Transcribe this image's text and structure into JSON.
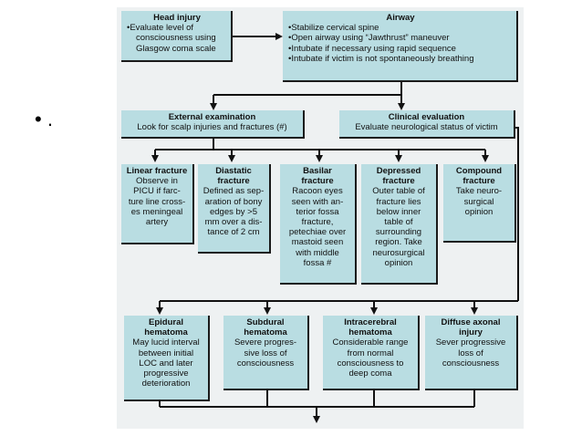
{
  "bullets": "• .",
  "head_injury": {
    "title": "Head injury",
    "lines": [
      "Evaluate level of",
      "consciousness using",
      "Glasgow coma scale"
    ]
  },
  "airway": {
    "title": "Airway",
    "lines": [
      "Stabilize cervical spine",
      "Open airway using “Jawthrust” maneuver",
      "Intubate if necessary using rapid sequence",
      "Intubate if victim is not spontaneously breathing"
    ]
  },
  "external_exam": {
    "title": "External examination",
    "lines": [
      "Look for scalp injuries and fractures (#)"
    ]
  },
  "clinical_eval": {
    "title": "Clinical evaluation",
    "lines": [
      "Evaluate neurological status of victim"
    ]
  },
  "fractures": [
    {
      "title": "Linear fracture",
      "lines": [
        "Observe in",
        "PICU if farc-",
        "ture line cross-",
        "es meningeal",
        "artery"
      ]
    },
    {
      "title": "Diastatic",
      "title2": "fracture",
      "lines": [
        "Defined as sep-",
        "aration of bony",
        "edges by >5",
        "mm over a dis-",
        "tance of 2 cm"
      ]
    },
    {
      "title": "Basilar",
      "title2": "fracture",
      "lines": [
        "Racoon eyes",
        "seen with an-",
        "terior fossa",
        "fracture,",
        "petechiae over",
        "mastoid seen",
        "with middle",
        "fossa #"
      ]
    },
    {
      "title": "Depressed",
      "title2": "fracture",
      "lines": [
        "Outer table of",
        "fracture lies",
        "below inner",
        "table of",
        "surrounding",
        "region. Take",
        "neurosurgical",
        "opinion"
      ]
    },
    {
      "title": "Compound",
      "title2": "fracture",
      "lines": [
        "Take neuro-",
        "surgical",
        "opinion"
      ]
    }
  ],
  "hematomas": [
    {
      "title": "Epidural",
      "title2": "hematoma",
      "lines": [
        "May lucid interval",
        "between initial",
        "LOC and later",
        "progressive",
        "deterioration"
      ]
    },
    {
      "title": "Subdural",
      "title2": "hematoma",
      "lines": [
        "Severe progres-",
        "sive loss of",
        "consciousness"
      ]
    },
    {
      "title": "Intracerebral",
      "title2": "hematoma",
      "lines": [
        "Considerable range",
        "from normal",
        "consciousness to",
        "deep coma"
      ]
    },
    {
      "title": "Diffuse axonal",
      "title2": "injury",
      "lines": [
        "Sever progressive",
        "loss of",
        "consciousness"
      ]
    }
  ]
}
